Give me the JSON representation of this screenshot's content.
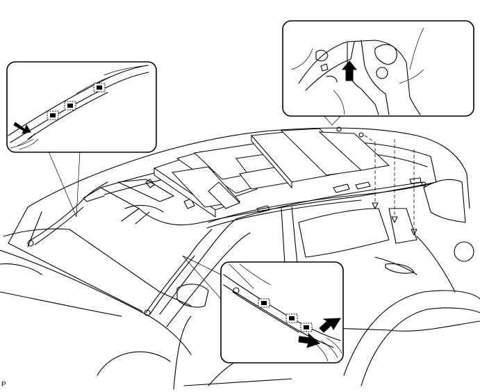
{
  "figure": {
    "corner_label": "P"
  },
  "callouts": [
    {
      "id": "windshield-pillar-left",
      "clips": 3,
      "arrows": 1
    },
    {
      "id": "rear-roof-detail",
      "clips": 0,
      "arrows": 1
    },
    {
      "id": "windshield-pillar-right",
      "clips": 3,
      "arrows": 2
    }
  ]
}
